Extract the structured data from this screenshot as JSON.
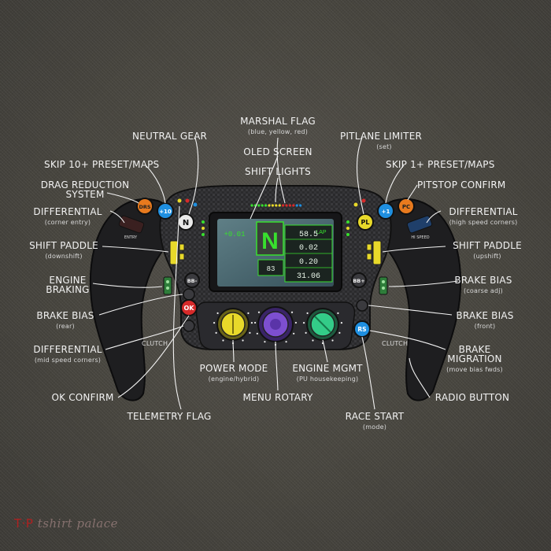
{
  "labels": {
    "marshal_flag": {
      "title": "MARSHAL FLAG",
      "sub": "(blue, yellow, red)"
    },
    "neutral_gear": {
      "title": "NEUTRAL GEAR"
    },
    "pitlane_limiter": {
      "title": "PITLANE LIMITER",
      "sub": "(set)"
    },
    "oled_screen": {
      "title": "OLED SCREEN"
    },
    "skip_10_preset": {
      "title": "SKIP 10+ PRESET/MAPS"
    },
    "skip_1_preset": {
      "title": "SKIP 1+ PRESET/MAPS"
    },
    "shift_lights": {
      "title": "SHIFT LIGHTS"
    },
    "drag_reduction": {
      "title": "DRAG REDUCTION",
      "title2": "SYSTEM"
    },
    "pitstop_confirm": {
      "title": "PITSTOP CONFIRM"
    },
    "differential_left": {
      "title": "DIFFERENTIAL",
      "sub": "(corner entry)"
    },
    "differential_right": {
      "title": "DIFFERENTIAL",
      "sub": "(high speed corners)"
    },
    "shift_paddle_left": {
      "title": "SHIFT PADDLE",
      "sub": "(downshift)"
    },
    "shift_paddle_right": {
      "title": "SHIFT PADDLE",
      "sub": "(upshift)"
    },
    "engine_braking": {
      "title": "ENGINE",
      "title2": "BRAKING"
    },
    "brake_bias_right_coarse": {
      "title": "BRAKE BIAS",
      "sub": "(coarse adj)"
    },
    "brake_bias_left": {
      "title": "BRAKE BIAS",
      "sub": "(rear)"
    },
    "brake_bias_right_front": {
      "title": "BRAKE BIAS",
      "sub": "(front)"
    },
    "differential_mid": {
      "title": "DIFFERENTIAL",
      "sub": "(mid speed corners)"
    },
    "brake_migration": {
      "title": "BRAKE",
      "title2": "MIGRATION",
      "sub": "(move bias fwds)"
    },
    "power_mode": {
      "title": "POWER MODE",
      "sub": "(engine/hybrid)"
    },
    "engine_mgmt": {
      "title": "ENGINE MGMT",
      "sub": "(PU housekeeping)"
    },
    "ok_confirm": {
      "title": "OK CONFIRM"
    },
    "menu_rotary": {
      "title": "MENU ROTARY"
    },
    "radio_button": {
      "title": "RADIO BUTTON"
    },
    "telemetry_flag": {
      "title": "TELEMETRY FLAG"
    },
    "race_start": {
      "title": "RACE START",
      "sub": "(mode)"
    }
  },
  "clutch_label": "CLUTCH",
  "buttons": {
    "drs": "DRS",
    "plus10": "+10",
    "neutral": "N",
    "pitlane": "PL",
    "plus1": "+1",
    "pitconfirm": "PC",
    "bb_minus": "BB-",
    "bb_plus": "BB+",
    "ok": "OK",
    "rs": "RS",
    "spin_left": "ENTRY",
    "spin_right": "HI SPEED"
  },
  "screen": {
    "gear": "N",
    "delta": "+0.01",
    "lap_tag": "LAP",
    "value1": "58.5",
    "value2": "0.02",
    "value3": "0.20",
    "value4": "31.06",
    "lap_count": "83"
  },
  "colors": {
    "drs": "#e87a1e",
    "plus10": "#1f8fe0",
    "neutral": "#e9e9e9",
    "pitlane": "#e8d92a",
    "plus1": "#1f8fe0",
    "pitconfirm": "#e87a1e",
    "ok": "#d62a2a",
    "rs": "#1f8fe0",
    "rotary_power": "#e8d92a",
    "rotary_menu": "#7d4fd0",
    "rotary_engine": "#33cc88",
    "screen_green": "#38e02e",
    "paddle": "#e8d92a"
  },
  "brand": {
    "mark": "T·P",
    "word": "tshirt palace"
  }
}
